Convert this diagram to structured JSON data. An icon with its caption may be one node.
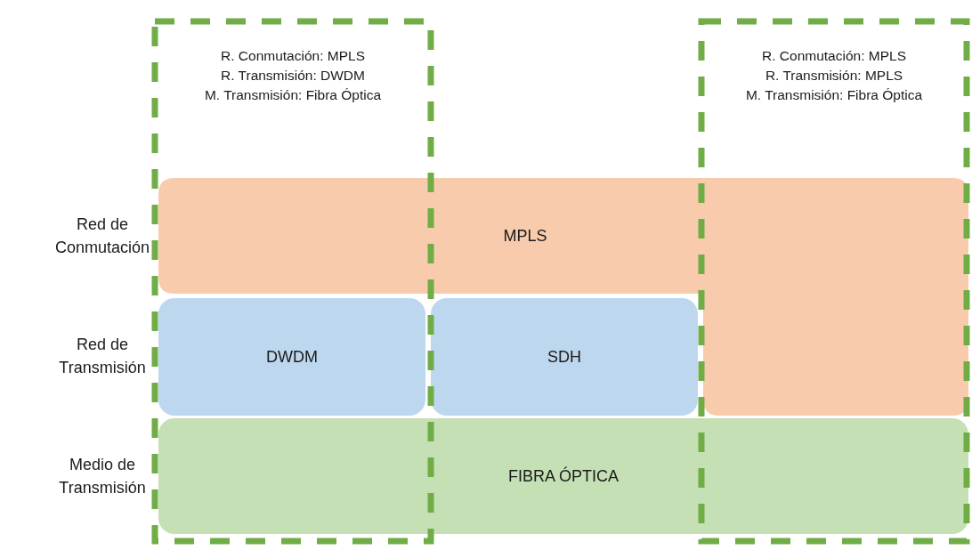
{
  "diagram": {
    "nodes": [
      {
        "text": [
          "R. Conmutación: MPLS",
          "R. Transmisión: DWDM",
          "M. Transmisión: Fibra Óptica"
        ]
      },
      {
        "text": [
          "R. Conmutación: MPLS",
          "R. Transmisión: MPLS",
          "M. Transmisión: Fibra Óptica"
        ]
      },
      {
        "text": [
          "MPLS"
        ]
      },
      {
        "text": [
          "DWDM"
        ],
        "in": 0
      },
      {
        "text": [
          "SDH"
        ]
      },
      {
        "text": [
          "FIBRA ÓPTICA"
        ]
      }
    ],
    "labels": [
      "Red de Conmutación",
      "Red de Transmisión",
      "Medio de Transmisión"
    ]
  }
}
